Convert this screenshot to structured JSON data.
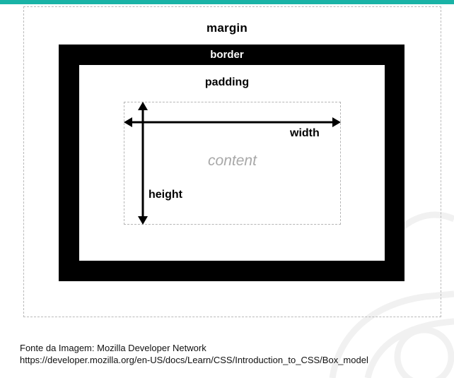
{
  "diagram": {
    "labels": {
      "margin": "margin",
      "border": "border",
      "padding": "padding",
      "content": "content",
      "width": "width",
      "height": "height"
    }
  },
  "caption": {
    "source": "Fonte da Imagem: Mozilla Developer Network",
    "url": "https://developer.mozilla.org/en-US/docs/Learn/CSS/Introduction_to_CSS/Box_model"
  },
  "colors": {
    "accent": "#19b3a6",
    "border_fill": "#000000",
    "dashed_line": "#b9b9b9",
    "content_text": "#a8a8a8"
  }
}
